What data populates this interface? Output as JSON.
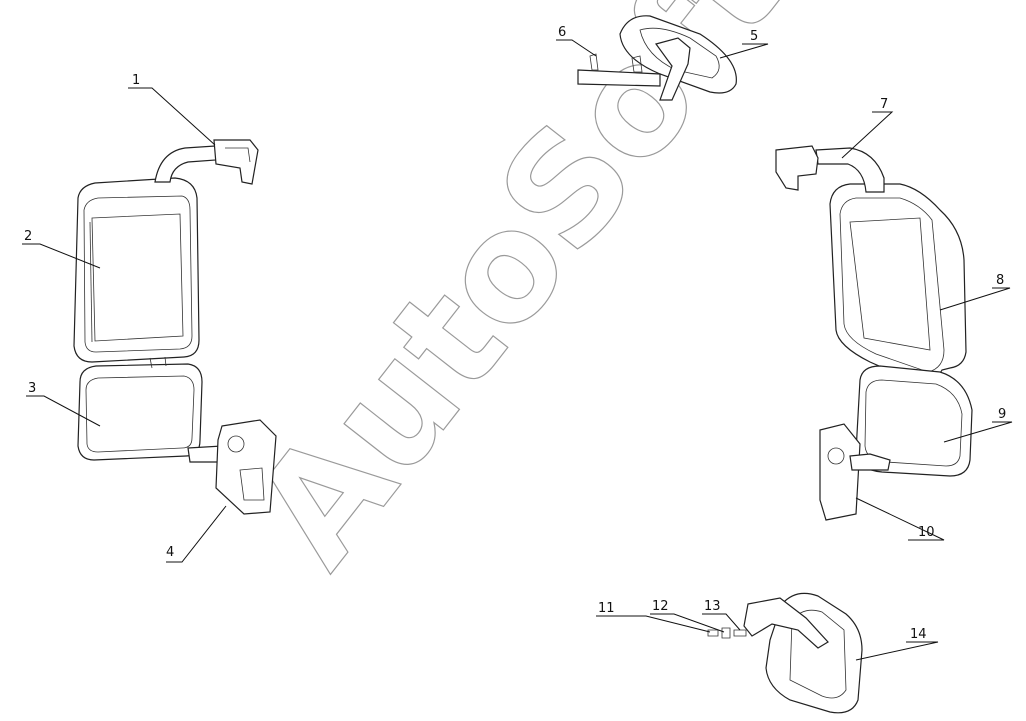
{
  "watermark": "AutoSoft",
  "callouts": [
    "1",
    "2",
    "3",
    "4",
    "5",
    "6",
    "7",
    "8",
    "9",
    "10",
    "11",
    "12",
    "13",
    "14"
  ]
}
